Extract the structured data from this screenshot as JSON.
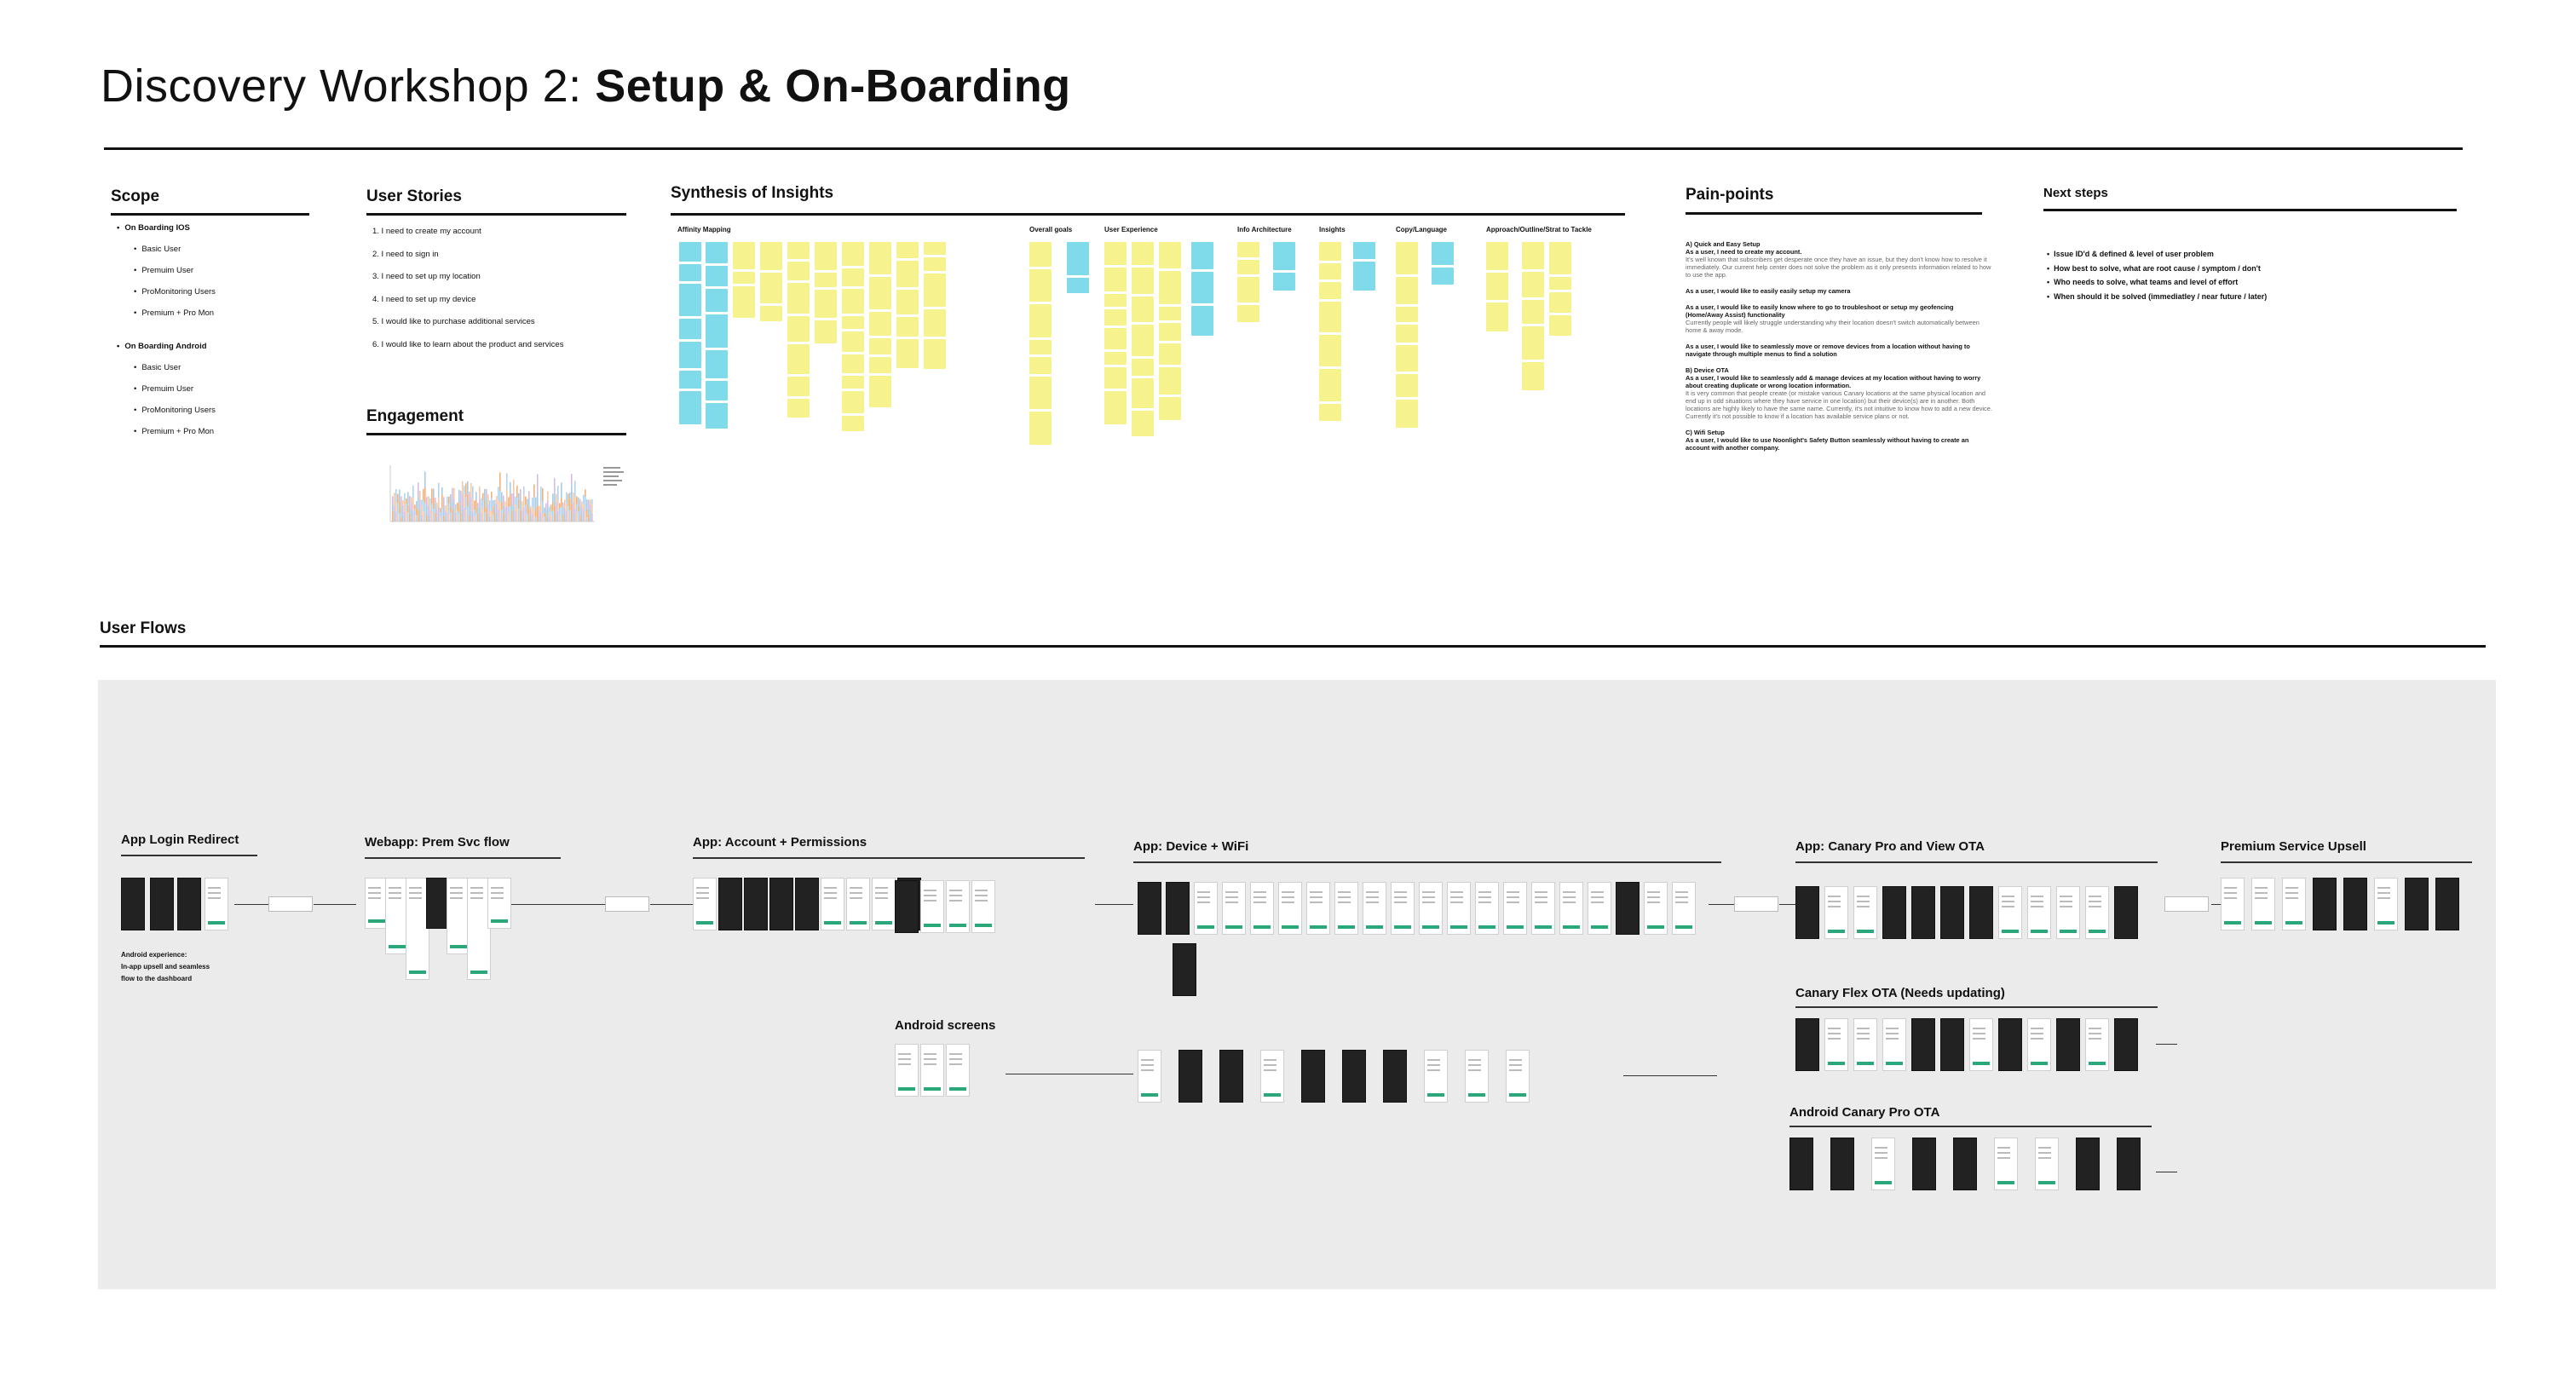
{
  "title": {
    "light": "Discovery Workshop 2: ",
    "bold": "Setup & On-Boarding"
  },
  "scope": {
    "heading": "Scope",
    "ios": {
      "label": "On Boarding IOS",
      "items": [
        "Basic User",
        "Premuim User",
        "ProMonitoring Users",
        "Premium + Pro Mon"
      ]
    },
    "android": {
      "label": "On Boarding Android",
      "items": [
        "Basic User",
        "Premuim User",
        "ProMonitoring Users",
        "Premium + Pro Mon"
      ]
    }
  },
  "user_stories": {
    "heading": "User Stories",
    "items": [
      "1.  I need to create my account",
      "2.  I need to sign in",
      "3.  I need to set up my location",
      "4.  I need to set up my device",
      "5.  I would like to purchase additional services",
      "6.  I would like to learn about the product and services"
    ]
  },
  "engagement": {
    "heading": "Engagement"
  },
  "synthesis": {
    "heading": "Synthesis of Insights",
    "columns": [
      "Affinity Mapping",
      "Overall goals",
      "User Experience",
      "Info Architecture",
      "Insights",
      "Copy/Language",
      "Approach/Outline/Strat to Tackle"
    ]
  },
  "painpoints": {
    "heading": "Pain-points",
    "blocks": [
      {
        "title": "A) Quick and Easy Setup",
        "bold": "As a user, I need to create my account.",
        "text": "It's well known that subscribers get desperate once they have an issue, but they don't know how to resolve it immediately. Our current help center does not solve the problem as it only presents information related to how to use the app."
      },
      {
        "title": "",
        "bold": "As a user, I would like to easily easily setup my camera",
        "text": ""
      },
      {
        "title": "",
        "bold": "As a user, I would like to easily know where to go to troubleshoot or setup my geofencing (Home/Away Assist) functionality",
        "text": "Currently people will likely struggle understanding why their location doesn't switch automatically between home & away mode."
      },
      {
        "title": "",
        "bold": "As a user, I would like to seamlessly move or remove devices from a location without having to navigate through multiple menus to find a solution",
        "text": ""
      },
      {
        "title": "B) Device OTA",
        "bold": "As a user, I would like to seamlessly add & manage devices at my location without having to worry about creating duplicate or wrong location information.",
        "text": "It is very common that people create (or mistake various Canary locations at the same physical location and end up in odd situations where they have service in one location) but their device(s) are in another. Both locations are highly likely to have the same name. Currently, it's not intuitive to know how to add a new device. Currently it's not possible to know if a location has available service plans or not."
      },
      {
        "title": "C) Wifi Setup",
        "bold": "As a user, I would like to use Noonlight's Safety Button seamlessly without having to create an account with another company.",
        "text": ""
      }
    ]
  },
  "next_steps": {
    "heading": "Next steps",
    "items": [
      "Issue ID'd & defined & level of user problem",
      "How best to solve, what are  root cause / symptom / don't",
      "Who needs to solve, what teams and level of effort",
      "When should it be solved (immediatley / near future / later)"
    ]
  },
  "user_flows": {
    "heading": "User Flows",
    "sections": {
      "login": "App Login Redirect",
      "webapp": "Webapp: Prem Svc flow",
      "account": "App: Account + Permissions",
      "device": "App: Device + WiFi",
      "canary_pro": "App: Canary Pro and View OTA",
      "upsell": "Premium Service Upsell",
      "android_screens": "Android screens",
      "flex_ota": "Canary Flex OTA (Needs updating)",
      "android_pro_ota": "Android Canary Pro OTA"
    },
    "android_note": [
      "Android experience:",
      "In-app upsell and seamless",
      "flow to the dashboard"
    ]
  },
  "colors": {
    "accent": "#2aa87a",
    "sticky_yellow": "#f6f28d",
    "sticky_blue": "#7fdbea",
    "flow_bg": "#ebebeb"
  }
}
